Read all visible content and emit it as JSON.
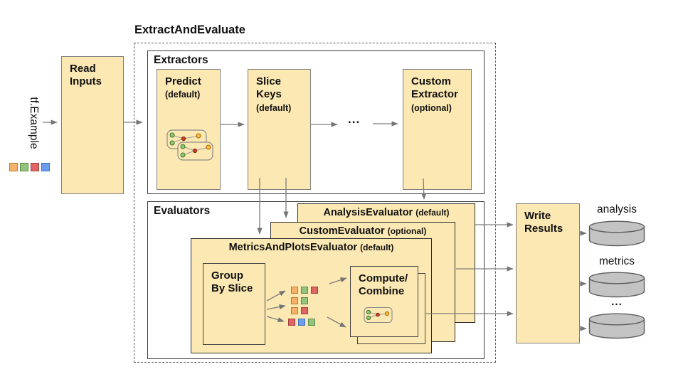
{
  "title": "ExtractAndEvaluate",
  "input": {
    "label": "tf.Example",
    "squares": [
      "orange",
      "green",
      "red",
      "blue"
    ]
  },
  "read_inputs": {
    "label": "Read\nInputs"
  },
  "extractors": {
    "label": "Extractors",
    "predict": {
      "name": "Predict",
      "qualifier": "(default)"
    },
    "slice_keys": {
      "name": "Slice\nKeys",
      "qualifier": "(default)"
    },
    "ellipsis": "...",
    "custom": {
      "name": "Custom\nExtractor",
      "qualifier": "(optional)"
    }
  },
  "evaluators": {
    "label": "Evaluators",
    "analysis": {
      "name": "AnalysisEvaluator",
      "qualifier": "(default)"
    },
    "custom": {
      "name": "CustomEvaluator",
      "qualifier": "(optional)"
    },
    "metrics_and_plots": {
      "name": "MetricsAndPlotsEvaluator",
      "qualifier": "(default)"
    },
    "group_by_slice": {
      "label": "Group\nBy Slice"
    },
    "compute_combine": {
      "label": "Compute/\nCombine"
    },
    "slice_grid": [
      [
        "orange",
        "green",
        "red"
      ],
      [
        "orange",
        "green"
      ],
      [
        "orange",
        "red"
      ],
      [
        "red",
        "blue",
        "green"
      ]
    ]
  },
  "write_results": {
    "label": "Write\nResults"
  },
  "datastores": [
    {
      "label": "analysis"
    },
    {
      "label": "metrics"
    },
    {
      "label": "..."
    }
  ],
  "palette": {
    "orange": "#F6B26B",
    "orange_border": "#b97a32",
    "green": "#93C47D",
    "green_border": "#5e8a4a",
    "red": "#E06666",
    "red_border": "#a33f3f",
    "blue": "#6D9EEB",
    "blue_border": "#3c6fc4",
    "tan": "#FCE8B2",
    "cylinder_fill": "#C3C3C3",
    "cylinder_stroke": "#5c5c5c",
    "arrow": "#7d7d7d"
  }
}
